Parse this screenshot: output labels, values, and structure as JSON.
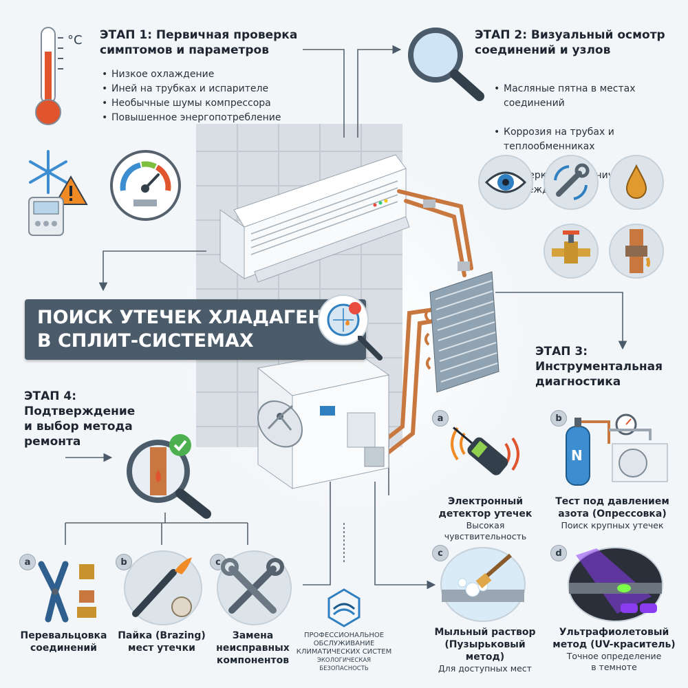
{
  "banner": {
    "line1": "ПОИСК УТЕЧЕК ХЛАДАГЕНТА",
    "line2": "В СПЛИТ-СИСТЕМАХ"
  },
  "thermometer_unit": "°C",
  "stage1": {
    "title_line1": "ЭТАП 1: Первичная проверка",
    "title_line2": "симптомов и параметров",
    "bullets": [
      "Низкое охлаждение",
      "Иней на трубках и испарителе",
      "Необычные шумы компрессора",
      "Повышенное энергопотребление"
    ]
  },
  "stage2": {
    "title_line1": "ЭТАП 2: Визуальный осмотр",
    "title_line2": "соединений и узлов",
    "bullets": [
      "Масляные пятна в местах\nсоединений",
      "Коррозия на трубах и\nтеплообменниках",
      "Проверка на механические\nповреждения"
    ]
  },
  "stage3": {
    "title_line1": "ЭТАП 3:",
    "title_line2": "Инструментальная",
    "title_line3": "диагностика",
    "methods": [
      {
        "badge": "a",
        "title_line1": "Электронный",
        "title_line2": "детектор утечек",
        "subtitle": "Высокая чувствительность"
      },
      {
        "badge": "b",
        "title_line1": "Тест под давлением",
        "title_line2": "азота (Опрессовка)",
        "subtitle": "Поиск крупных утечек"
      },
      {
        "badge": "c",
        "title_line1": "Мыльный раствор",
        "title_line2": "(Пузырьковый метод)",
        "subtitle": "Для доступных мест"
      },
      {
        "badge": "d",
        "title_line1": "Ультрафиолетовый",
        "title_line2": "метод (UV-краситель)",
        "subtitle_line1": "Точное определение",
        "subtitle_line2": "в темноте"
      }
    ],
    "nitrogen_label": "N"
  },
  "stage4": {
    "title_line1": "ЭТАП 4:",
    "title_line2": "Подтверждение",
    "title_line3": "и выбор метода",
    "title_line4": "ремонта",
    "repairs": [
      {
        "badge": "a",
        "line1": "Перевальцовка",
        "line2": "соединений"
      },
      {
        "badge": "b",
        "line1": "Пайка (Brazing)",
        "line2": "мест утечки"
      },
      {
        "badge": "c",
        "line1": "Замена",
        "line2": "неисправных",
        "line3": "компонентов"
      }
    ]
  },
  "footer": {
    "line1": "ПРОФЕССИОНАЛЬНОЕ",
    "line2": "ОБСЛУЖИВАНИЕ",
    "line3": "КЛИМАТИЧЕСКИХ СИСТЕМ",
    "line4": "ЭКОЛОГИЧЕСКАЯ БЕЗОПАСНОСТЬ"
  },
  "colors": {
    "banner": "#4b5b6a",
    "copper": "#c8773f",
    "accent_blue": "#2f7fc1",
    "warning_orange": "#f08a24",
    "uv_purple": "#8a3df0"
  },
  "icons": [
    "thermometer-icon",
    "snowflake-icon",
    "warning-icon",
    "remote-icon",
    "gauge-icon",
    "magnifier-icon",
    "eye-icon",
    "wrench-cycle-icon",
    "oil-drop-icon",
    "valve-icon",
    "corroded-pipe-icon",
    "leak-magnifier-icon",
    "electronic-detector-icon",
    "nitrogen-test-icon",
    "soap-bubble-icon",
    "uv-lamp-icon",
    "flare-tool-icon",
    "torch-icon",
    "wrenches-icon",
    "logo-icon"
  ]
}
